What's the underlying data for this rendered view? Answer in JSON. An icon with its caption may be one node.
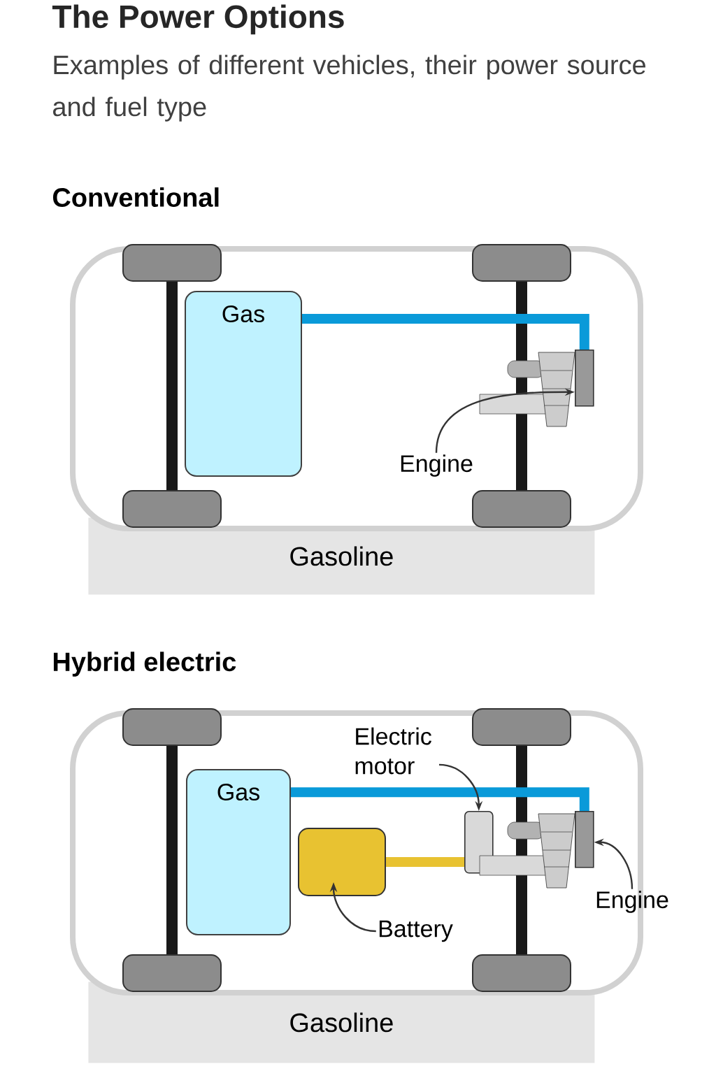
{
  "diagram": {
    "title": "The Power Options",
    "nodes": [
      {
        "text": [
          "Gas"
        ]
      },
      {
        "text": [],
        "shape": "engine"
      },
      {
        "text": [
          "Engine"
        ]
      },
      {
        "text": [
          "Gasoline"
        ]
      },
      {
        "text": [
          "Gas"
        ]
      },
      {
        "text": [],
        "shape": "box"
      },
      {
        "text": [],
        "shape": "cylinder"
      },
      {
        "text": [],
        "shape": "engine"
      },
      {
        "text": [
          "Electric motor"
        ]
      },
      {
        "text": [
          "Battery"
        ]
      },
      {
        "text": [
          "Engine"
        ]
      },
      {
        "text": [
          "Gasoline"
        ]
      }
    ],
    "edges": [
      {
        "from": 0,
        "to": 1,
        "arrow": "none",
        "style": "thick",
        "color": "#0a9ad9"
      },
      {
        "from": 2,
        "to": 1,
        "arrow": "to"
      },
      {
        "from": 4,
        "to": 7,
        "arrow": "none",
        "style": "thick",
        "color": "#0a9ad9"
      },
      {
        "from": 5,
        "to": 6,
        "arrow": "none",
        "style": "thick",
        "color": "#e8c231"
      },
      {
        "from": 8,
        "to": 6,
        "arrow": "to"
      },
      {
        "from": 9,
        "to": 5,
        "arrow": "to"
      },
      {
        "from": 10,
        "to": 7,
        "arrow": "to"
      }
    ],
    "labels": [
      "Examples of different vehicles, their power source and fuel type",
      "Conventional",
      "Hybrid electric"
    ]
  }
}
